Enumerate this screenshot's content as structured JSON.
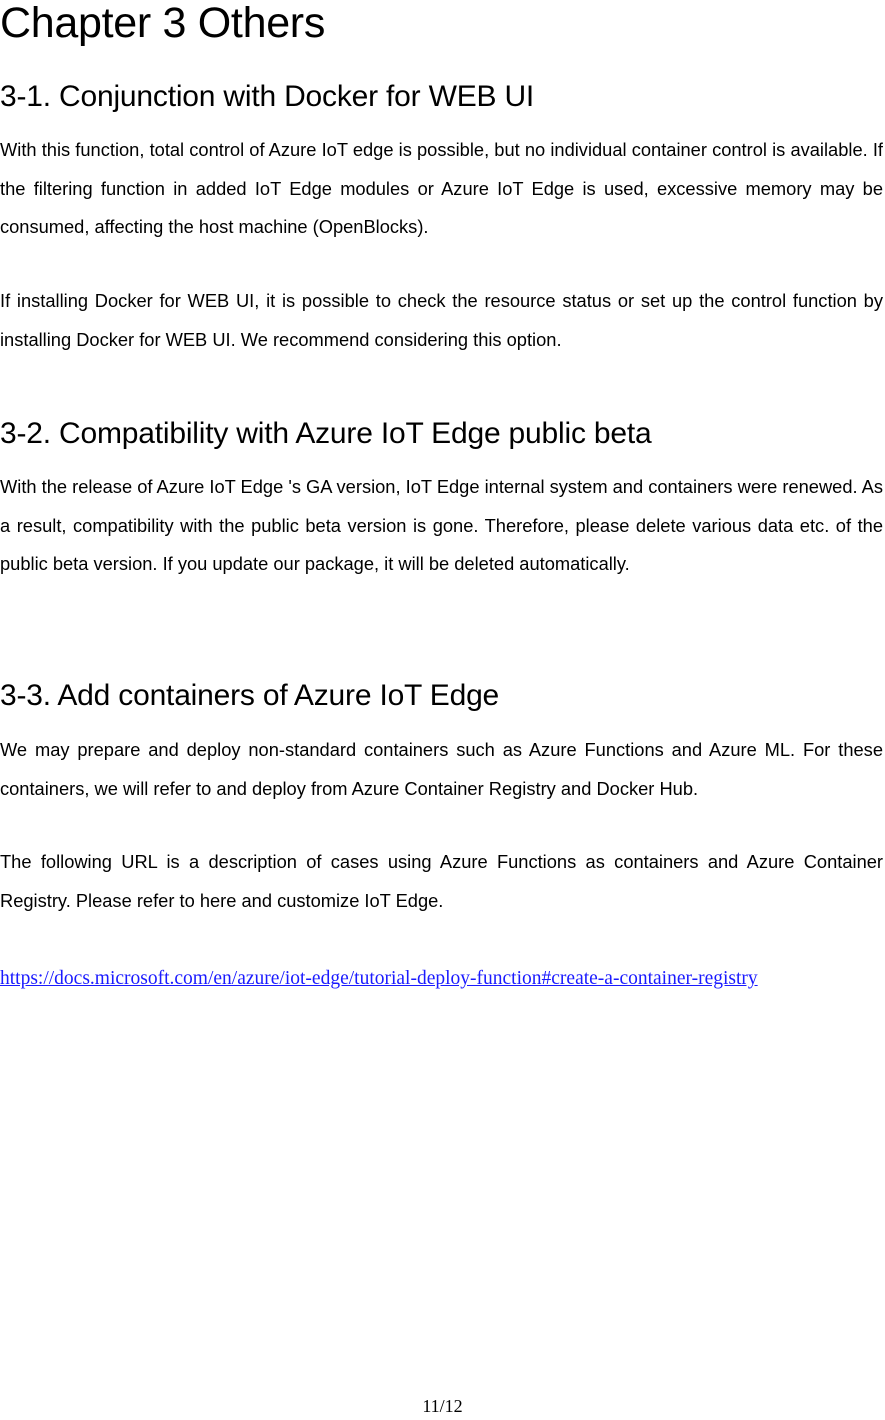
{
  "chapter_title": "Chapter 3 Others",
  "sections": [
    {
      "heading": "3-1. Conjunction with Docker for WEB UI",
      "paragraphs": [
        "With this function, total control of Azure IoT edge is possible, but no individual container control is available. If the filtering function in added IoT Edge modules or Azure IoT Edge is used, excessive memory may be consumed, affecting the host machine (OpenBlocks).",
        "If installing Docker for WEB UI, it is possible to check the resource status or set up the control function by installing Docker for WEB UI. We recommend considering this option."
      ]
    },
    {
      "heading": "3-2. Compatibility with Azure IoT Edge public beta",
      "paragraphs": [
        "With the release of Azure IoT Edge 's GA version, IoT Edge internal system and containers were renewed. As a result, compatibility with the public beta version is gone. Therefore, please delete various data etc. of the public beta version. If you update our package, it will be deleted automatically."
      ]
    },
    {
      "heading": "3-3. Add containers of Azure IoT Edge",
      "paragraphs": [
        "We may prepare and deploy non-standard containers such as Azure Functions and Azure ML. For these containers, we will refer to and deploy from Azure Container Registry and Docker Hub.",
        "The following URL is a description of cases using Azure Functions as containers and Azure Container Registry. Please refer to here and customize IoT Edge."
      ],
      "link": "https://docs.microsoft.com/en/azure/iot-edge/tutorial-deploy-function#create-a-container-registry"
    }
  ],
  "footer": {
    "page_number": "11/12"
  },
  "colors": {
    "text": "#000000",
    "link": "#1a1aff",
    "background": "#ffffff"
  }
}
